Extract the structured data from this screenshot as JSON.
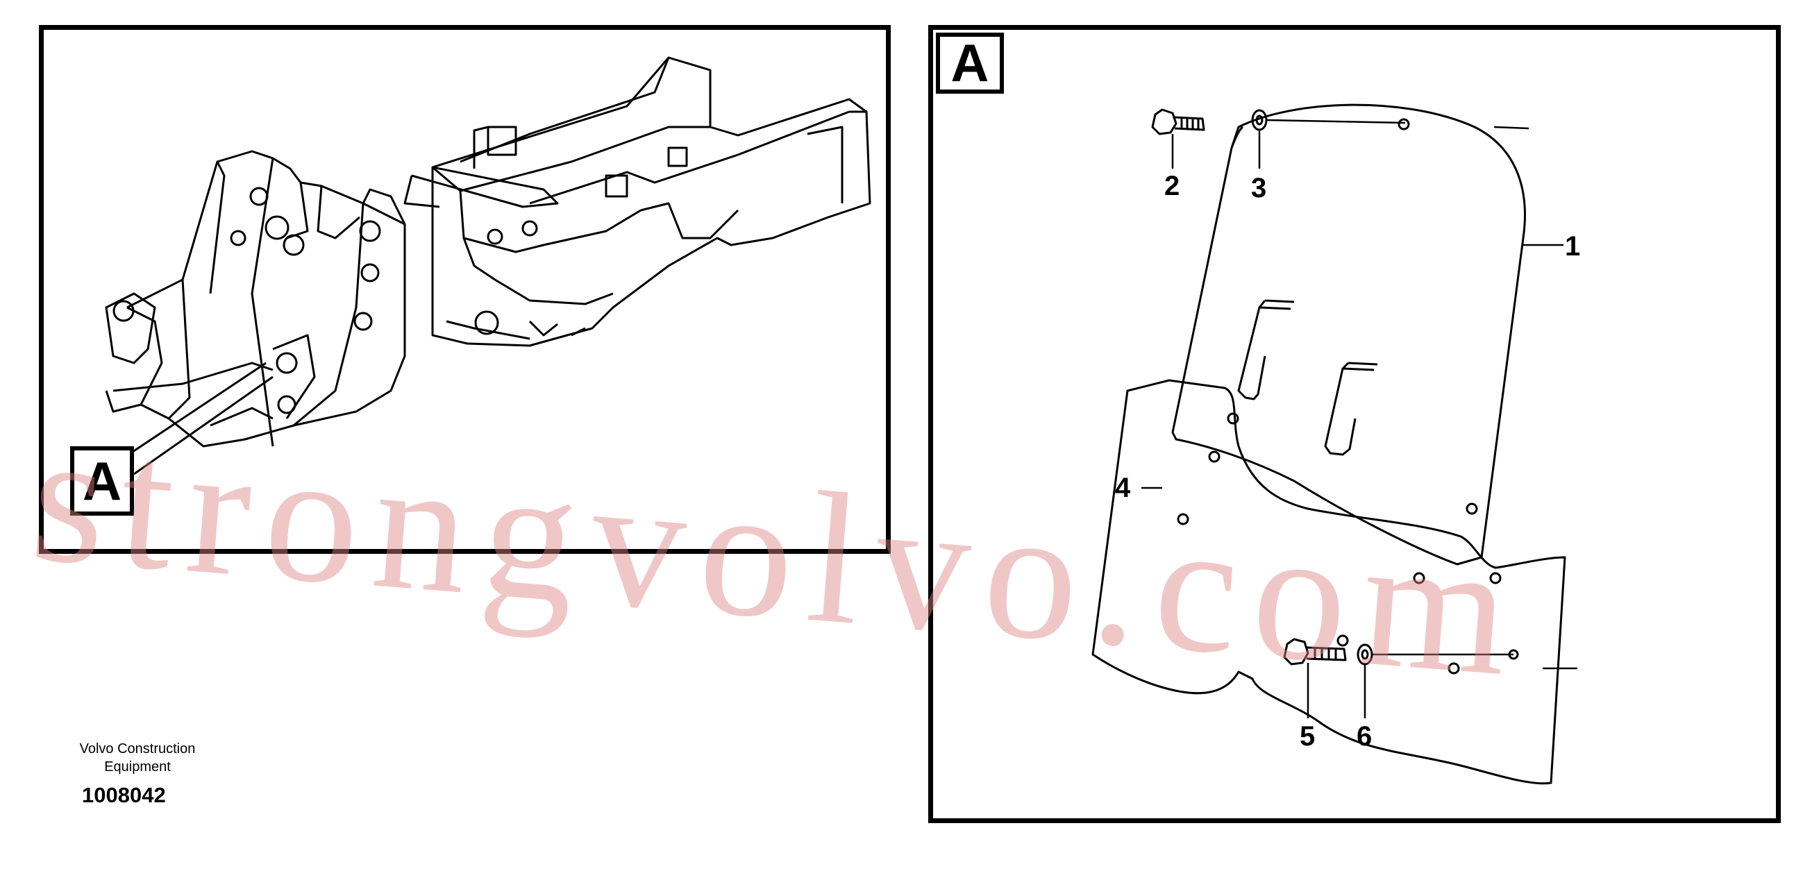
{
  "left_panel": {
    "tag": "A"
  },
  "right_panel": {
    "tag": "A",
    "callouts": [
      "1",
      "2",
      "3",
      "4",
      "5",
      "6"
    ]
  },
  "footer": {
    "company": "Volvo Construction Equipment",
    "number": "1008042"
  },
  "watermark": "strongvolvo.com"
}
